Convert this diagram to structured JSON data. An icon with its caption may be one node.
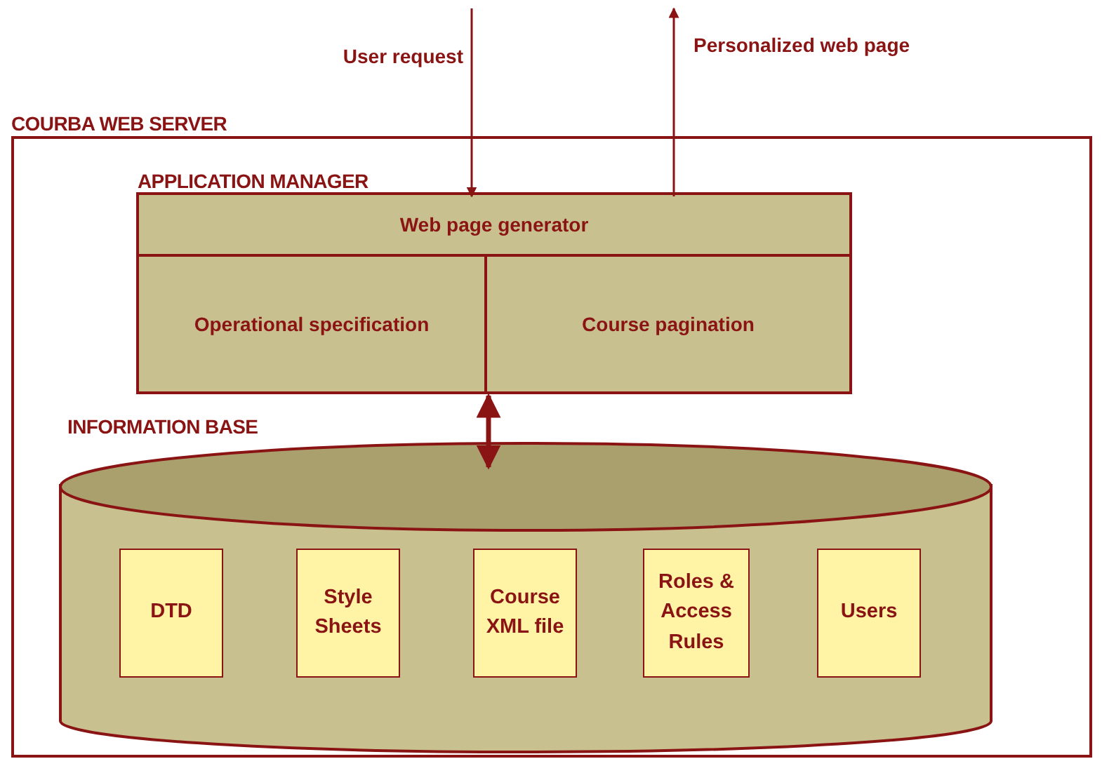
{
  "diagram": {
    "nodes": [
      {
        "text": [
          "COURBA WEB SERVER"
        ]
      },
      {
        "text": [
          "APPLICATION MANAGER"
        ],
        "in": 0
      },
      {
        "text": [
          "Web page generator"
        ],
        "in": 1
      },
      {
        "text": [
          "Operational specification"
        ],
        "in": 1
      },
      {
        "text": [
          "Course pagination"
        ],
        "in": 1
      },
      {
        "text": [
          "INFORMATION BASE"
        ],
        "in": 0
      },
      {
        "text": [
          "DTD"
        ],
        "in": 5
      },
      {
        "text": [
          "Style Sheets"
        ],
        "in": 5
      },
      {
        "text": [
          "Course XML file"
        ],
        "in": 5
      },
      {
        "text": [
          "Roles & Access Rules"
        ],
        "in": 5
      },
      {
        "text": [
          "Users"
        ],
        "in": 5
      }
    ],
    "edges": [
      {
        "from": null,
        "to": 2,
        "arrow": "to",
        "label": "User request"
      },
      {
        "from": 2,
        "to": null,
        "arrow": "to",
        "label": "Personalized web page"
      },
      {
        "from": 1,
        "to": 5,
        "arrow": "both",
        "style": "thick"
      }
    ]
  }
}
